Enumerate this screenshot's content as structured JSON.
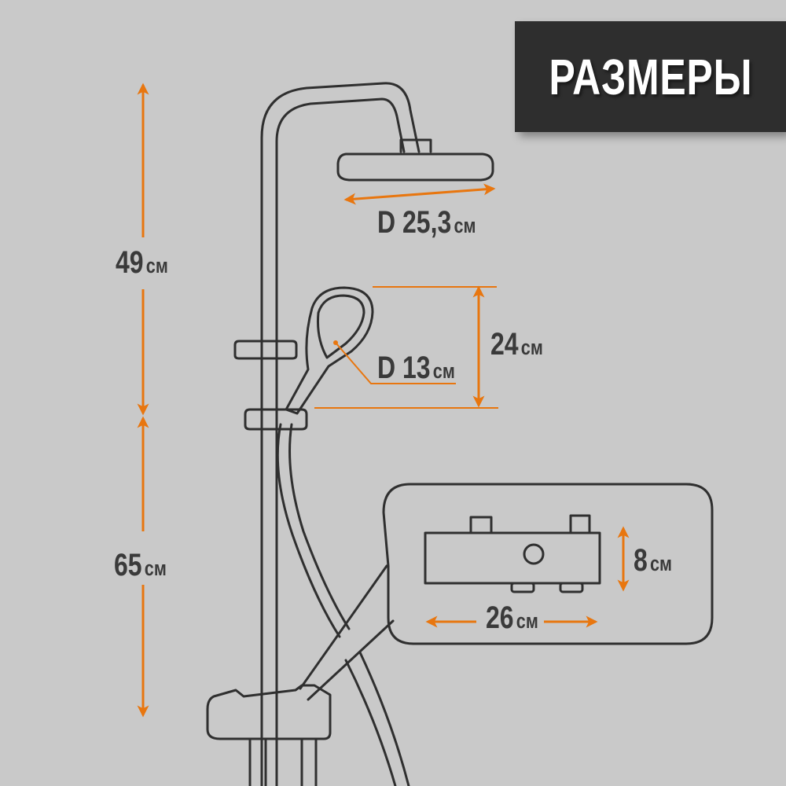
{
  "title": "РАЗМЕРЫ",
  "colors": {
    "background": "#c9c9c9",
    "line": "#2f2f2f",
    "arrow": "#e8760f",
    "text": "#3a3a3a",
    "title_bg": "#2e2e2e"
  },
  "dimensions": {
    "head_diameter": {
      "value": "D 25,3",
      "unit": "см"
    },
    "hand_diameter": {
      "value": "D 13",
      "unit": "см"
    },
    "hand_height": {
      "value": "24",
      "unit": "см"
    },
    "upper_height": {
      "value": "49",
      "unit": "см"
    },
    "lower_height": {
      "value": "65",
      "unit": "см"
    },
    "valve_height": {
      "value": "8",
      "unit": "см"
    },
    "valve_width": {
      "value": "26",
      "unit": "см"
    }
  }
}
